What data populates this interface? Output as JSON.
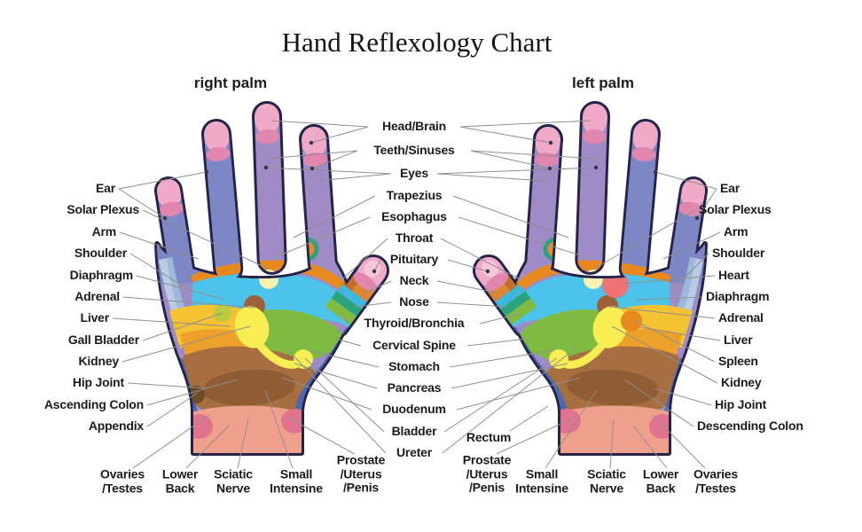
{
  "title": "Hand Reflexology Chart",
  "headings": {
    "right": "right palm",
    "left": "left palm"
  },
  "labels": {
    "left": [
      "Ear",
      "Solar Plexus",
      "Arm",
      "Shoulder",
      "Diaphragm",
      "Adrenal",
      "Liver",
      "Gall Bladder",
      "Kidney",
      "Hip Joint",
      "Ascending Colon",
      "Appendix"
    ],
    "right": [
      "Ear",
      "Solar Plexus",
      "Arm",
      "Shoulder",
      "Heart",
      "Diaphragm",
      "Adrenal",
      "Liver",
      "Spleen",
      "Kidney",
      "Hip Joint",
      "Descending Colon"
    ],
    "center": [
      "Head/Brain",
      "Teeth/Sinuses",
      "Eyes",
      "Trapezius",
      "Esophagus",
      "Throat",
      "Pituitary",
      "Neck",
      "Nose",
      "Thyroid/Bronchia",
      "Cervical Spine",
      "Stomach",
      "Pancreas",
      "Duodenum",
      "Bladder",
      "Ureter"
    ],
    "bottom_left": [
      "Ovaries\n/Testes",
      "Lower\nBack",
      "Sciatic\nNerve",
      "Small\nIntensine",
      "Prostate\n/Uterus\n/Penis"
    ],
    "bottom_right": [
      "Rectum",
      "Prostate\n/Uterus\n/Penis",
      "Small\nIntensine",
      "Sciatic\nNerve",
      "Lower\nBack",
      "Ovaries\n/Testes"
    ]
  },
  "palette": {
    "outline": "#24244a",
    "finger_purple": "#9f8cc6",
    "finger_blue_violet": "#7e87c6",
    "tip_pink_light": "#f0a9c6",
    "tip_pink_dark": "#e186ae",
    "trapezius_band_orange": "#e8891f",
    "chest_cyan": "#4cc3ea",
    "arm_strip_blue": "#b9cce4",
    "liver_gold": "#f5c231",
    "liver_orange": "#eda12b",
    "stomach_green": "#80bb41",
    "intestine_brown": "#a76f40",
    "intestine_brown_dark": "#8f5c33",
    "appendix_brown": "#6f4b25",
    "wrist_salmon": "#efa08d",
    "ovary_pink": "#e2738f",
    "kidney_yellow": "#f8ed52",
    "solar_plexus_pale": "#f7f2ae",
    "adrenal_brown": "#9c6136",
    "heart_red": "#ee7276",
    "spleen_orange": "#e8891d",
    "gall_bladder_green": "#b9cb3e",
    "thyroid_teal": "#2aa47c",
    "bronchia_blue": "#3fb8e0",
    "spine_blue": "#4c68b2",
    "leader_line_gray": "#8f8f8f"
  }
}
